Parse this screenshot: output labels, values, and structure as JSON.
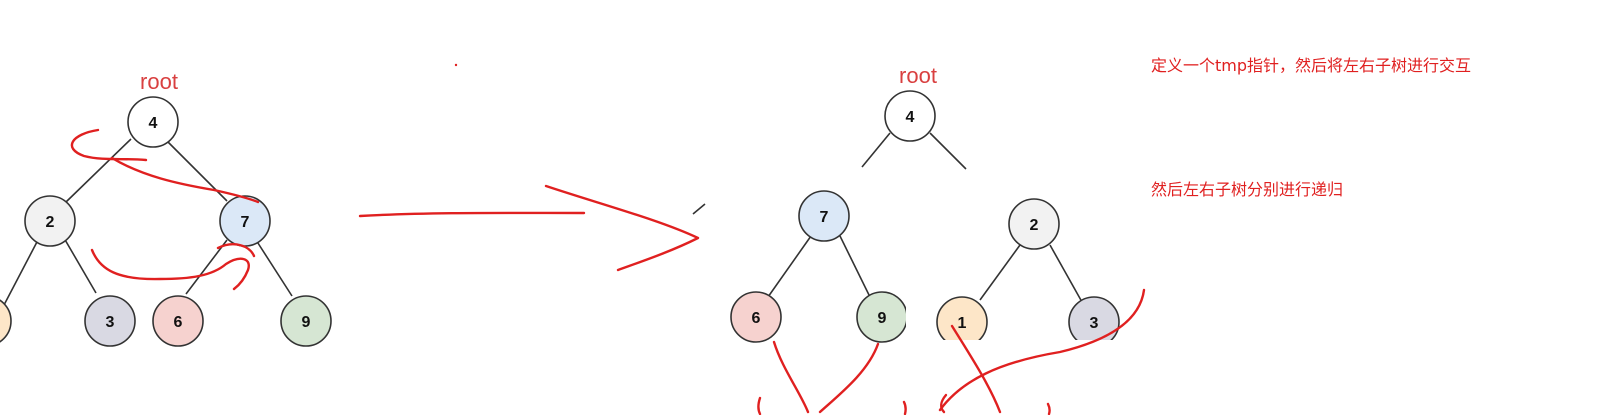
{
  "colors": {
    "ink": "#e02020",
    "edge": "#333333",
    "node_stroke": "#333333"
  },
  "before_tree": {
    "root_label": "root",
    "nodes": [
      {
        "id": "b4",
        "value": "4",
        "fill": "#ffffff"
      },
      {
        "id": "b2",
        "value": "2",
        "fill": "#f2f2f2"
      },
      {
        "id": "b7",
        "value": "7",
        "fill": "#dbe8f7"
      },
      {
        "id": "b1",
        "value": "",
        "fill": "#fde6c8"
      },
      {
        "id": "b3",
        "value": "3",
        "fill": "#d9d9e3"
      },
      {
        "id": "b6",
        "value": "6",
        "fill": "#f6d2cf"
      },
      {
        "id": "b9",
        "value": "9",
        "fill": "#d6e6d3"
      }
    ]
  },
  "after_tree": {
    "root_label": "root",
    "nodes": [
      {
        "id": "a4",
        "value": "4",
        "fill": "#ffffff"
      },
      {
        "id": "a7",
        "value": "7",
        "fill": "#dbe8f7"
      },
      {
        "id": "a2",
        "value": "2",
        "fill": "#f2f2f2"
      },
      {
        "id": "a6",
        "value": "6",
        "fill": "#f6d2cf"
      },
      {
        "id": "a9",
        "value": "9",
        "fill": "#d6e6d3"
      },
      {
        "id": "a1",
        "value": "1",
        "fill": "#fde6c8"
      },
      {
        "id": "a3",
        "value": "3",
        "fill": "#d9d9e3"
      }
    ]
  },
  "notes": {
    "step1": "定义一个tmp指针，然后将左右子树进行交互",
    "step2": "然后左右子树分别进行递归"
  }
}
